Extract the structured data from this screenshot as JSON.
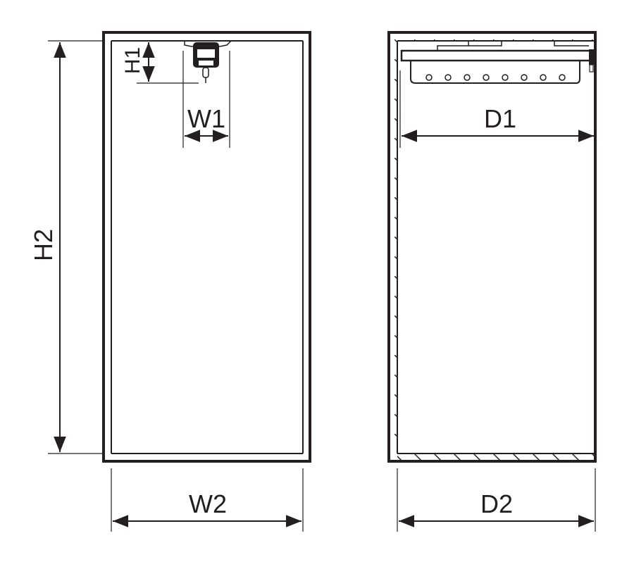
{
  "diagram": {
    "front_view": {
      "h1": "H1",
      "h2": "H2",
      "w1": "W1",
      "w2": "W2"
    },
    "side_view": {
      "d1": "D1",
      "d2": "D2"
    },
    "colors": {
      "line": "#231f20",
      "background": "#ffffff"
    }
  }
}
